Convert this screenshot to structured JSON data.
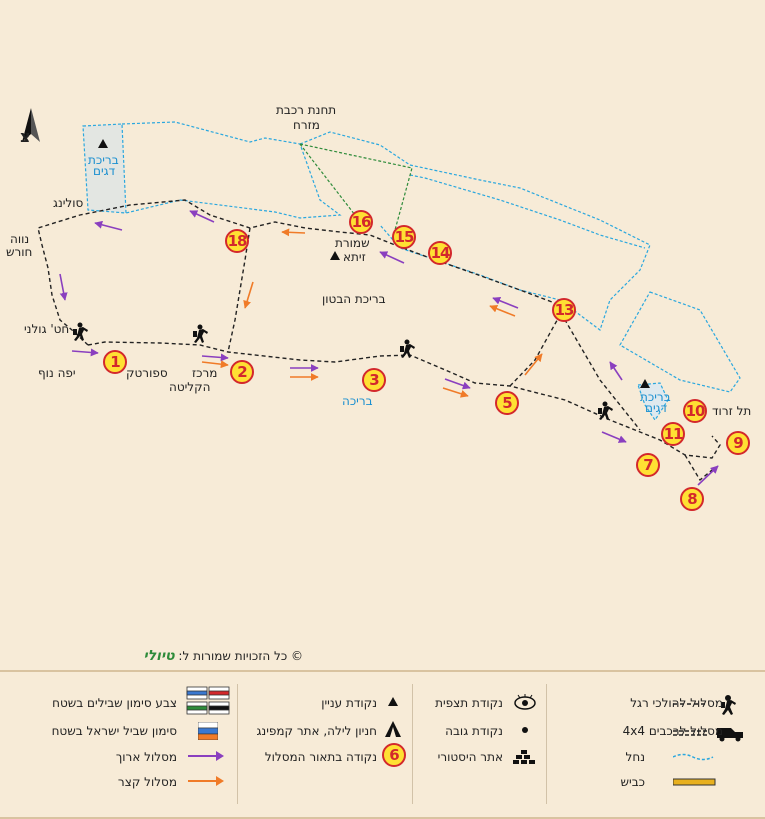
{
  "north_label": "צ",
  "map_labels": {
    "tahanat_rakevet": "תחנת רכבת",
    "mizrah": "מזרח",
    "brechat_dagim_nw_1": "בריכת",
    "brechat_dagim_nw_2": "דגים",
    "soling": "סולינג",
    "nave_1": "נווה",
    "nave_2": "חורש",
    "shmurat_1": "שמורת",
    "shmurat_2": "זיתא",
    "brechat_habeton": "בריכת הבטון",
    "hat_golani": "חט' גולני",
    "yafe_nof": "יפה נוף",
    "sportek": "ספורטק",
    "merkaz_1": "מרכז",
    "merkaz_2": "הקליטה",
    "brecha": "בריכה",
    "brechat_dagim_se_1": "בריכת",
    "brechat_dagim_se_2": "דגים",
    "tel_zerod": "תל זרוד"
  },
  "points": [
    "1",
    "2",
    "3",
    "5",
    "7",
    "8",
    "9",
    "10",
    "11",
    "13",
    "14",
    "15",
    "16",
    "18"
  ],
  "credit": "© כל הזכויות שמורות ל:",
  "brand": "טיולי",
  "legend": {
    "hiking_trail": "מסלול להולכי רגל",
    "vehicle_trail": "מסלול לרכבים 4x4",
    "stream": "נחל",
    "road": "כביש",
    "view_point": "נקודת תצפית",
    "height_point": "נקודת גובה",
    "historic_site": "אתר היסטורי",
    "interest_point": "נקודת עניין",
    "camping": "חניון לילה, אתר קמפינג",
    "route_point_num": "6",
    "route_point": "נקודה בתאור המסלול",
    "trail_marks": "צבע סימון שבילים בשטח",
    "israel_trail": "סימון שביל ישראל בשטח",
    "long_route": "מסלול ארוך",
    "short_route": "מסלול קצר"
  },
  "colors": {
    "background": "#f7ebd7",
    "long_route": "#8a3fbf",
    "short_route": "#f07b28",
    "water": "#2aa7de",
    "vehicle_trail": "#2e8b3a",
    "point_fill": "#ffe033",
    "point_border": "#d3282c",
    "road": "#e8b01e"
  }
}
